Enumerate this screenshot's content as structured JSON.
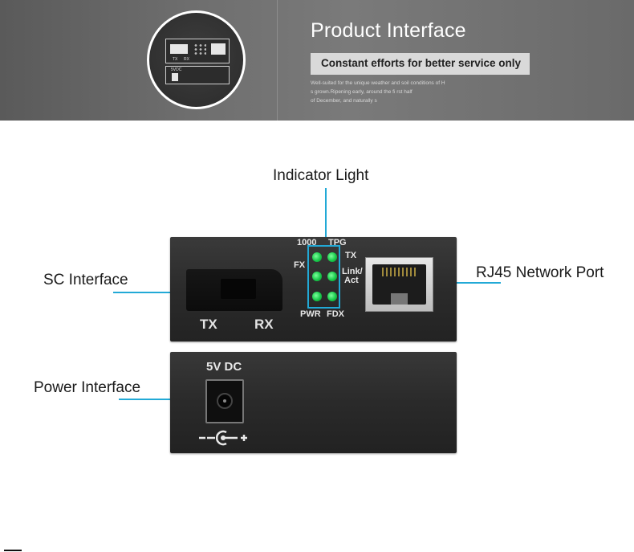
{
  "banner": {
    "title": "Product Interface",
    "subtitle": "Constant efforts for better service only",
    "description_line1": "Well-suited for the unique weather and soil conditions of H",
    "description_line2": "s grown.Ripening early, around the fi rst half",
    "description_line3": "of December, and naturally s",
    "thumbnail": {
      "top_left": "TX",
      "top_right": "RX",
      "bottom_label": "5VDC"
    }
  },
  "callouts": {
    "indicator": "Indicator Light",
    "sc": "SC Interface",
    "rj45": "RJ45 Network Port",
    "power": "Power Interface"
  },
  "front_panel": {
    "tx": "TX",
    "rx": "RX",
    "leds": {
      "label_1000": "1000",
      "label_tpg": "TPG",
      "label_fx": "FX",
      "label_tx": "TX",
      "label_link": "Link/",
      "label_act": "Act",
      "label_pwr": "PWR",
      "label_fdx": "FDX",
      "color": "#18c94a"
    }
  },
  "rear_panel": {
    "power_label": "5V DC"
  },
  "colors": {
    "accent_line": "#22a9d6",
    "banner_bg": "#6e6e6e"
  }
}
